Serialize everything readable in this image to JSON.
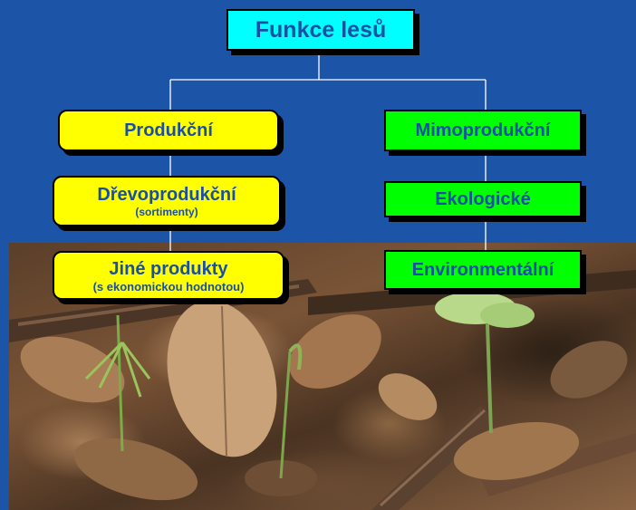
{
  "title": "Funkce lesů",
  "left": {
    "top": {
      "label": "Produkční"
    },
    "middle": {
      "label": "Dřevoprodukční",
      "note": "(sortimenty)"
    },
    "bottom": {
      "label": "Jiné produkty",
      "note": "(s ekonomickou hodnotou)"
    }
  },
  "right": {
    "top": {
      "label": "Mimoprodukční"
    },
    "middle": {
      "label": "Ekologické"
    },
    "bottom": {
      "label": "Environmentální"
    }
  },
  "colors": {
    "background": "#1c54a8",
    "title_box": "#00ffff",
    "production_box": "#ffff00",
    "nonproduction_box": "#00ff00",
    "text": "#1a4fa6"
  }
}
